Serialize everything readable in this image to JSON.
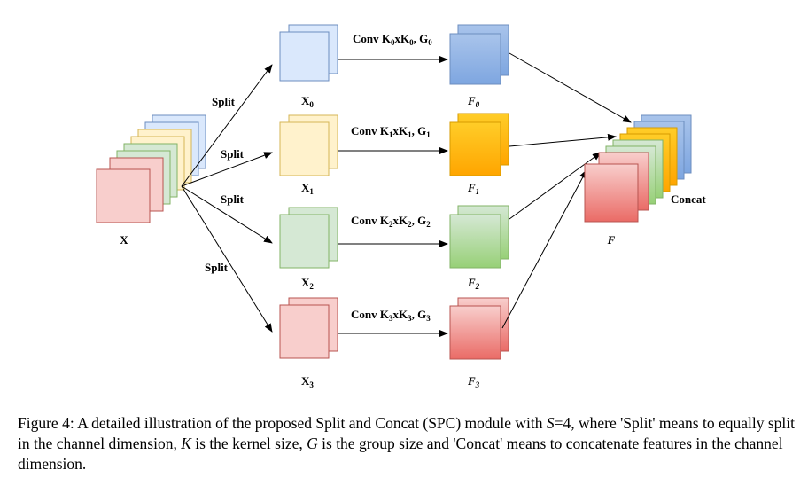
{
  "diagram": {
    "input": {
      "label": "X"
    },
    "splits": [
      "Split",
      "Split",
      "Split",
      "Split"
    ],
    "branches": [
      {
        "x_base": "X",
        "x_sub": "0",
        "f_base": "F",
        "f_sub": "0",
        "conv_pre": "Conv K",
        "conv_k_sub": "0",
        "conv_mid": "xK",
        "conv_g": ", G",
        "conv_g_sub": "0"
      },
      {
        "x_base": "X",
        "x_sub": "1",
        "f_base": "F",
        "f_sub": "1",
        "conv_pre": "Conv K",
        "conv_k_sub": "1",
        "conv_mid": "xK",
        "conv_g": ", G",
        "conv_g_sub": "1"
      },
      {
        "x_base": "X",
        "x_sub": "2",
        "f_base": "F",
        "f_sub": "2",
        "conv_pre": "Conv K",
        "conv_k_sub": "2",
        "conv_mid": "xK",
        "conv_g": ", G",
        "conv_g_sub": "2"
      },
      {
        "x_base": "X",
        "x_sub": "3",
        "f_base": "F",
        "f_sub": "3",
        "conv_pre": "Conv K",
        "conv_k_sub": "3",
        "conv_mid": "xK",
        "conv_g": ", G",
        "conv_g_sub": "3"
      }
    ],
    "output": {
      "label": "F",
      "concat_label": "Concat"
    },
    "colors": {
      "blue_light": "#dae8fc",
      "blue_stroke": "#6c8ebf",
      "blue_dark_top": "#a9c4eb",
      "blue_dark_bottom": "#7ea6e0",
      "yellow_light": "#fff2cc",
      "yellow_stroke": "#d6b656",
      "yellow_dark_top": "#ffcd28",
      "yellow_dark_bottom": "#ffa500",
      "green_light": "#d5e8d4",
      "green_stroke": "#82b366",
      "green_dark_top": "#d5e8d4",
      "green_dark_bottom": "#97d077",
      "red_light": "#f8cecc",
      "red_stroke": "#b85450",
      "red_dark_top": "#f8cecc",
      "red_dark_bottom": "#ea6b66"
    }
  },
  "caption": {
    "fig": "Figure 4: A detailed illustration of the proposed Split and Concat (SPC) module with ",
    "s_var": "S",
    "part2": "=4, where 'Split' means to equally split in the channel dimension, ",
    "k_var": "K",
    "part3": " is the kernel size, ",
    "g_var": "G",
    "part4": " is the group size and 'Concat' means to concatenate features in the channel dimension."
  }
}
